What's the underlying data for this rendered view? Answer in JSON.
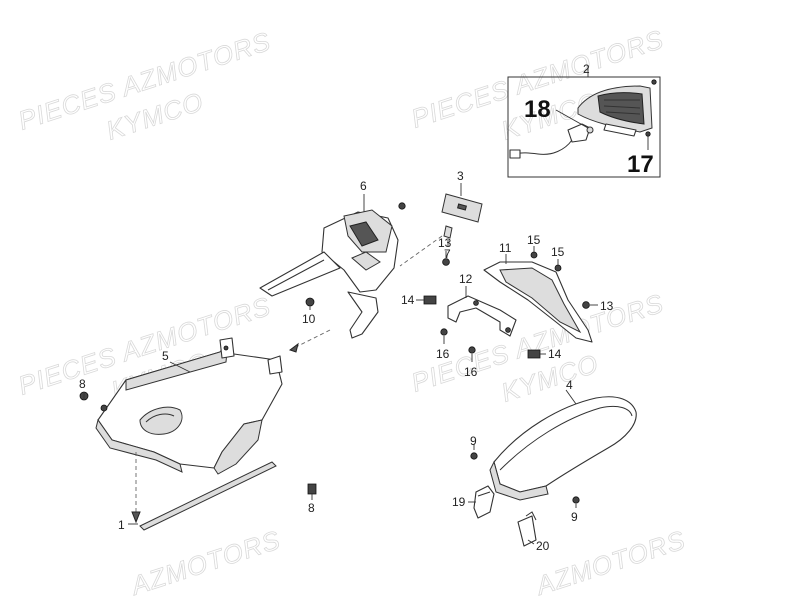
{
  "watermarks": [
    {
      "text": "PIECES AZMOTORS"
    },
    {
      "text": "KYMCO"
    },
    {
      "text": "PIECES AZMOTORS"
    },
    {
      "text": "KYMCO"
    },
    {
      "text": "PIECES AZMOTORS"
    },
    {
      "text": "KYMCO"
    },
    {
      "text": "PIECES AZMOTORS"
    },
    {
      "text": "KYMCO"
    },
    {
      "text": "AZMOTORS"
    },
    {
      "text": "AZMOTORS"
    }
  ],
  "callouts": {
    "c1": "1",
    "c2": "2",
    "c3": "3",
    "c4": "4",
    "c5": "5",
    "c6": "6",
    "c7": "7",
    "c8a": "8",
    "c8b": "8",
    "c9a": "9",
    "c9b": "9",
    "c10": "10",
    "c11": "11",
    "c12": "12",
    "c13a": "13",
    "c13b": "13",
    "c14a": "14",
    "c14b": "14",
    "c15a": "15",
    "c15b": "15",
    "c16a": "16",
    "c16b": "16",
    "c17": "17",
    "c18": "18",
    "c19": "19",
    "c20": "20"
  }
}
